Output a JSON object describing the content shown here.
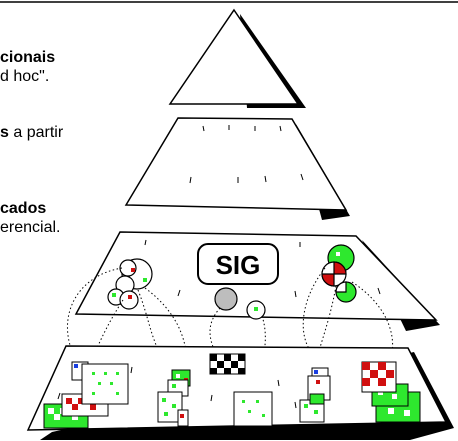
{
  "text_left": {
    "block1": {
      "line1_bold": "cionais",
      "line2": "d hoc\"."
    },
    "block2": {
      "line1_bold": "s",
      "line1_rest": " a partir"
    },
    "block3": {
      "line1_bold": "cados",
      "line2": "erencial."
    }
  },
  "diagram": {
    "sig_label": "SIG",
    "colors": {
      "green": "#2ee82e",
      "red": "#d01010",
      "blue": "#1a3fe0",
      "gray": "#bdbdbd",
      "black": "#000000",
      "white": "#ffffff"
    }
  }
}
